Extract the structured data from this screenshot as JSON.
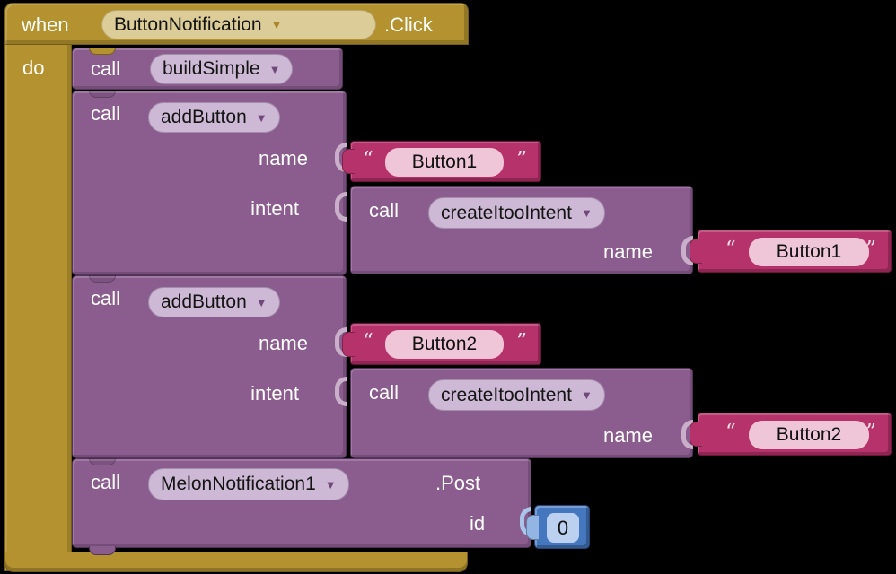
{
  "colors": {
    "canvas_bg": "#000000",
    "event_gold": "#B3922F",
    "event_field": "#DBCC98",
    "proc_purple": "#8B5D8F",
    "proc_field": "#CDB9D5",
    "text_pink": "#B5336A",
    "text_field": "#EFC6D8",
    "num_blue": "#4477BE",
    "num_field": "#BCD1F0"
  },
  "ui": {
    "dropdown_arrow": "▼"
  },
  "event": {
    "keyword": "when",
    "component": "ButtonNotification",
    "suffix": ".Click",
    "do_keyword": "do"
  },
  "stmts": {
    "build_simple": {
      "keyword": "call",
      "method": "buildSimple"
    },
    "add_button_1": {
      "keyword": "call",
      "method": "addButton",
      "param_name": "name",
      "param_intent": "intent"
    },
    "create_intent_1": {
      "keyword": "call",
      "method": "createItooIntent",
      "param_name": "name"
    },
    "add_button_2": {
      "keyword": "call",
      "method": "addButton",
      "param_name": "name",
      "param_intent": "intent"
    },
    "create_intent_2": {
      "keyword": "call",
      "method": "createItooIntent",
      "param_name": "name"
    },
    "post": {
      "keyword": "call",
      "method": "MelonNotification1",
      "suffix": ".Post",
      "param_id": "id"
    }
  },
  "args": {
    "button1_a": {
      "open_quote": "“",
      "value": "Button1",
      "close_quote": "”"
    },
    "button1_b": {
      "open_quote": "“",
      "value": "Button1",
      "close_quote": "”"
    },
    "button2_a": {
      "open_quote": "“",
      "value": "Button2",
      "close_quote": "”"
    },
    "button2_b": {
      "open_quote": "“",
      "value": "Button2",
      "close_quote": "”"
    },
    "id_value": {
      "value": "0"
    }
  }
}
